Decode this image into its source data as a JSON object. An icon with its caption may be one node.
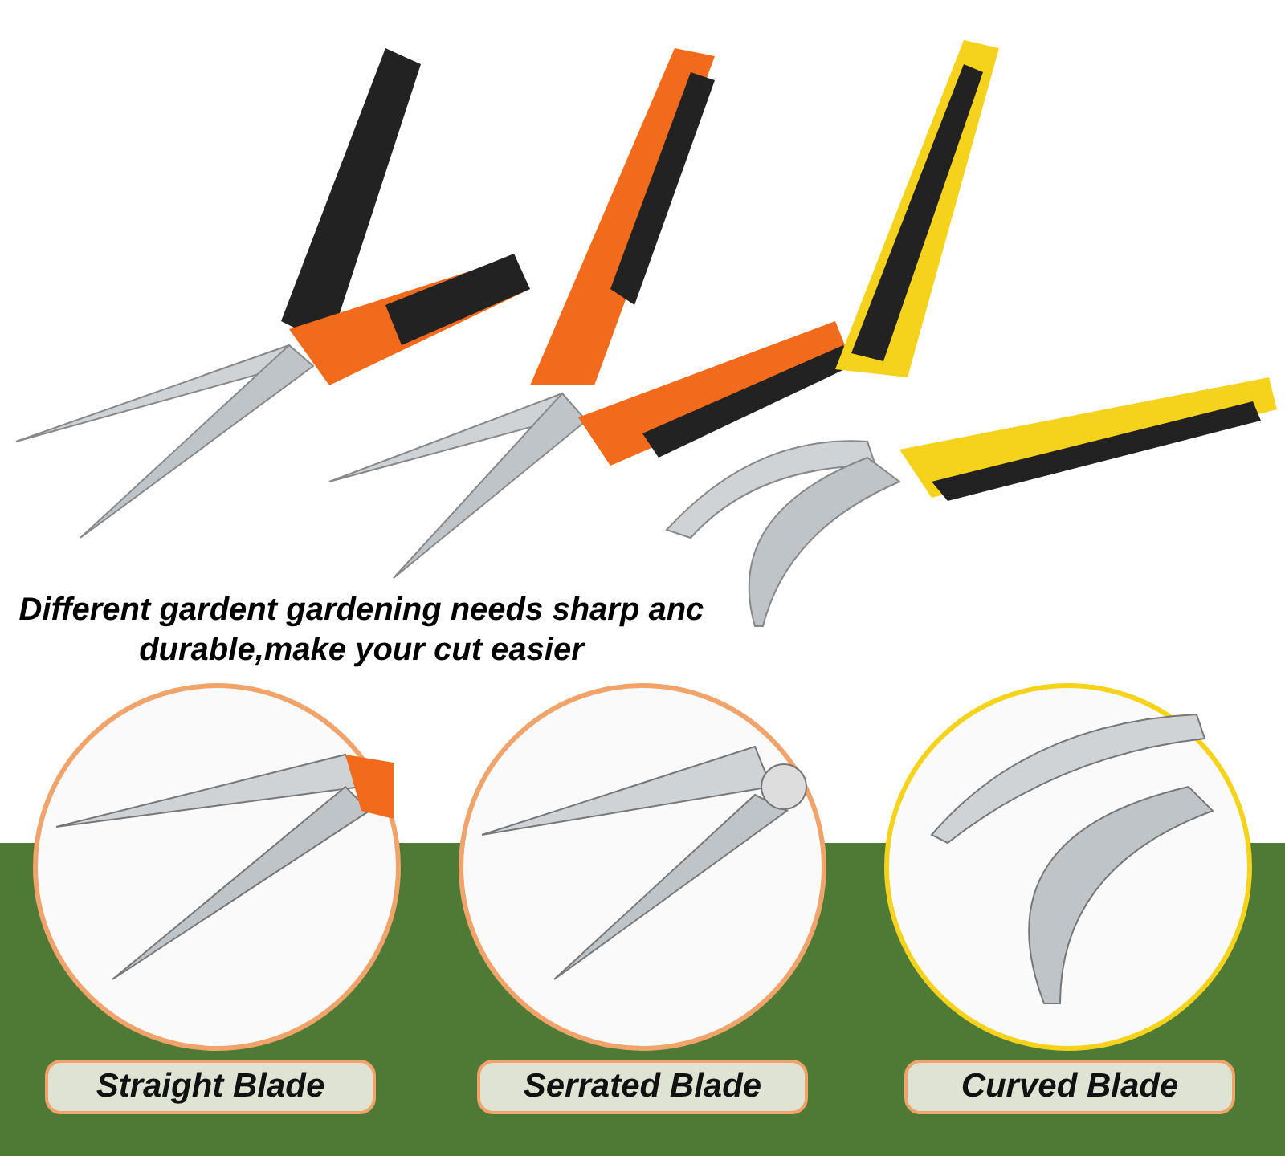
{
  "diagram": {
    "title": "Different gardent gardening needs sharp anc durable,make your cut easier",
    "nodes": [
      {
        "text": [
          "Straight Blade"
        ]
      },
      {
        "text": [
          "Serrated Blade"
        ]
      },
      {
        "text": [
          "Curved Blade"
        ]
      }
    ]
  }
}
